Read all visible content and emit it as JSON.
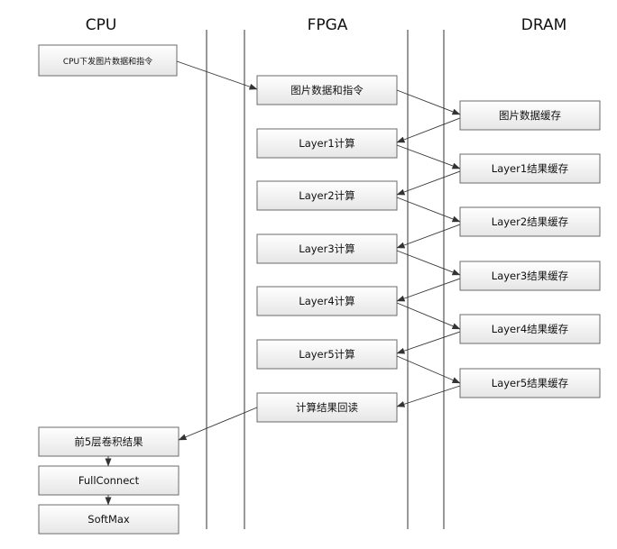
{
  "columns": {
    "cpu": "CPU",
    "fpga": "FPGA",
    "dram": "DRAM"
  },
  "cpu_boxes": {
    "send": "CPU下发图片数据和指令",
    "conv_result": "前5层卷积结果",
    "fullconnect": "FullConnect",
    "softmax": "SoftMax"
  },
  "fpga_boxes": {
    "image_cmd": "图片数据和指令",
    "layer1": "Layer1计算",
    "layer2": "Layer2计算",
    "layer3": "Layer3计算",
    "layer4": "Layer4计算",
    "layer5": "Layer5计算",
    "readback": "计算结果回读"
  },
  "dram_boxes": {
    "image_cache": "图片数据缓存",
    "layer1": "Layer1结果缓存",
    "layer2": "Layer2结果缓存",
    "layer3": "Layer3结果缓存",
    "layer4": "Layer4结果缓存",
    "layer5": "Layer5结果缓存"
  }
}
